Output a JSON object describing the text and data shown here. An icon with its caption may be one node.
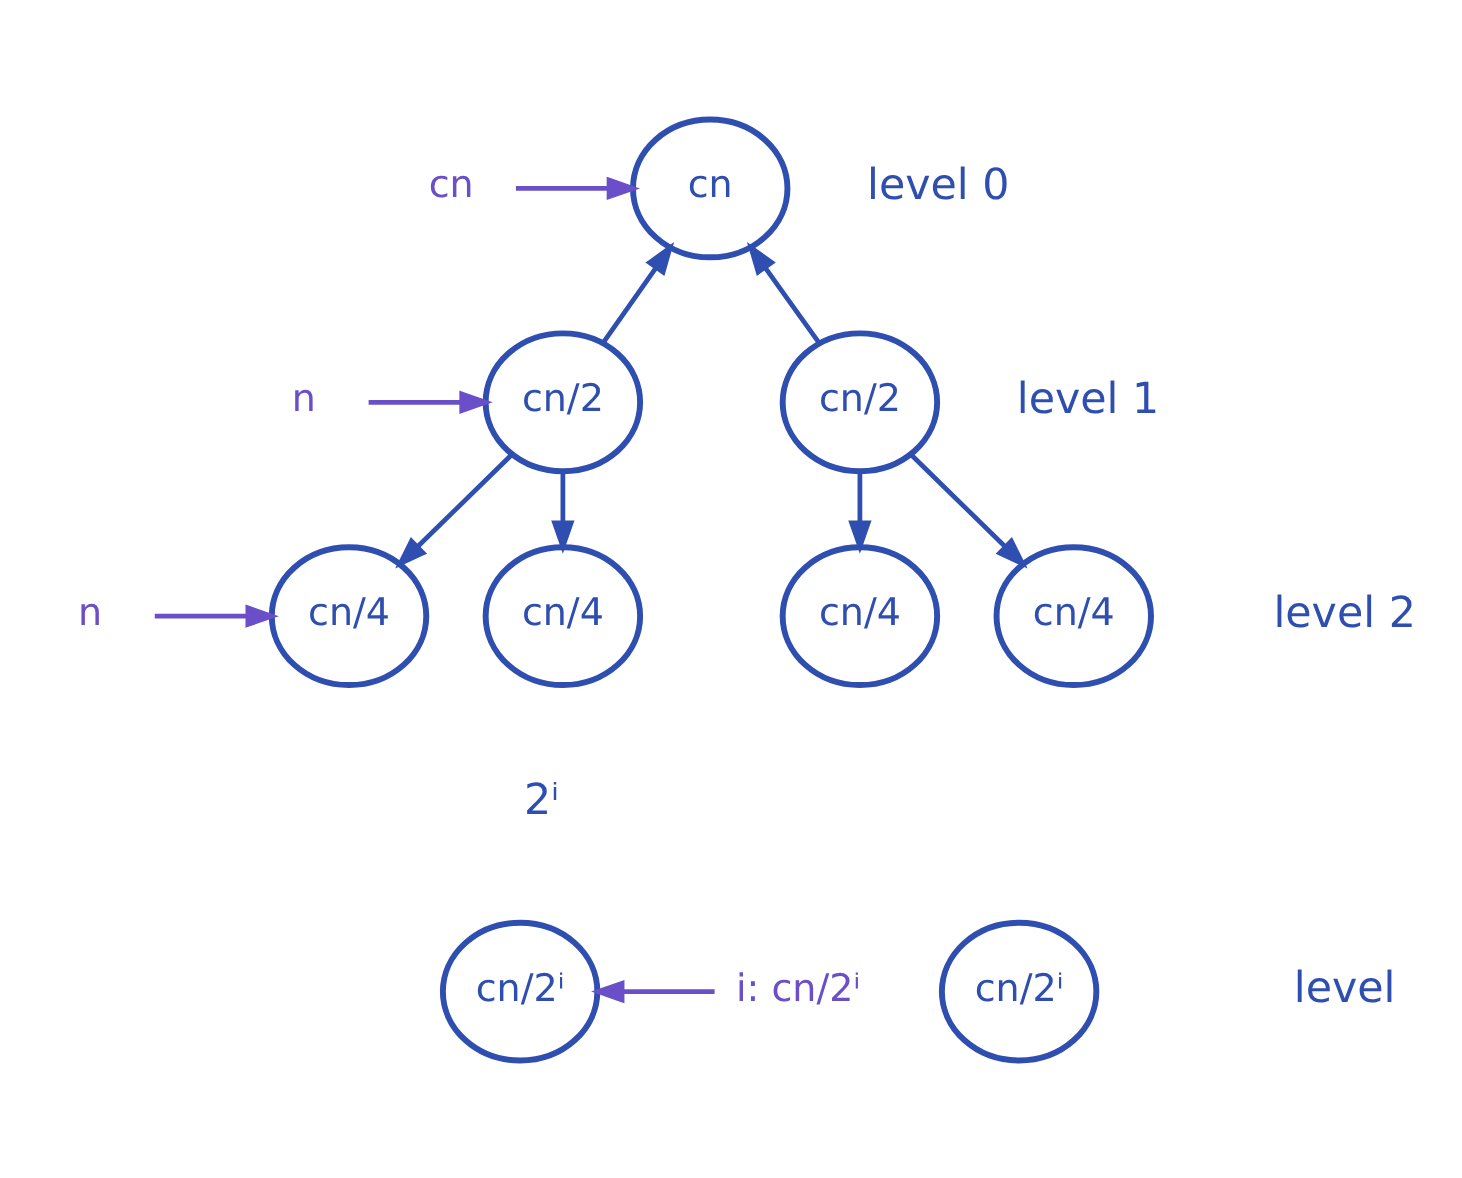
{
  "diagram": {
    "nodes": [
      {
        "text": [
          "cn"
        ]
      },
      {
        "text": [
          "cn/2"
        ]
      },
      {
        "text": [
          "cn/2"
        ]
      },
      {
        "text": [
          "cn/4"
        ]
      },
      {
        "text": [
          "cn/4"
        ]
      },
      {
        "text": [
          "cn/4"
        ]
      },
      {
        "text": [
          "cn/4"
        ]
      },
      {
        "text": [
          "cn/2ⁱ"
        ]
      },
      {
        "text": [
          "cn/2ⁱ"
        ]
      },
      {
        "text": [
          "cn"
        ]
      },
      {
        "text": [
          "n"
        ]
      },
      {
        "text": [
          "n"
        ]
      },
      {
        "text": [
          "i: cn/2ⁱ"
        ]
      }
    ],
    "edges": [
      {
        "from": 1,
        "to": 0,
        "arrow": "to"
      },
      {
        "from": 2,
        "to": 0,
        "arrow": "to"
      },
      {
        "from": 1,
        "to": 3,
        "arrow": "to"
      },
      {
        "from": 1,
        "to": 4,
        "arrow": "to"
      },
      {
        "from": 2,
        "to": 5,
        "arrow": "to"
      },
      {
        "from": 2,
        "to": 6,
        "arrow": "to"
      },
      {
        "from": 9,
        "to": 0,
        "arrow": "to"
      },
      {
        "from": 10,
        "to": 1,
        "arrow": "to"
      },
      {
        "from": 11,
        "to": 3,
        "arrow": "to"
      },
      {
        "from": 12,
        "to": 7,
        "arrow": "to"
      }
    ],
    "labels": [
      "level 0",
      "level 1",
      "level 2",
      "2ⁱ",
      "level"
    ]
  }
}
